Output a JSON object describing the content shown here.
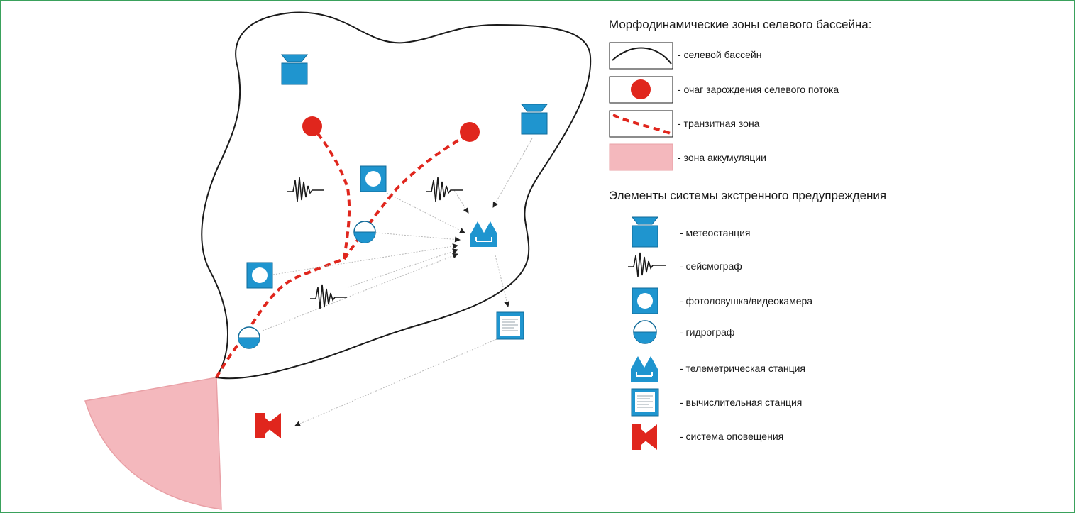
{
  "colors": {
    "frame": "#3aa15c",
    "basin_outline": "#1a1a1a",
    "origin_red": "#e0261d",
    "transit_red": "#e0261d",
    "accumulation_fill": "#f4b8bd",
    "accumulation_stroke": "#e9a0a6",
    "instrument_blue": "#1f95cf",
    "instrument_dark": "#0f6a99",
    "alarm_red": "#e0261d",
    "link_line": "#b8b8b8"
  },
  "legend": {
    "zones_title": "Морфодинамические зоны селевого бассейна:",
    "zones": [
      {
        "icon": "basin-outline-icon",
        "label": "- селевой бассейн"
      },
      {
        "icon": "origin-dot-icon",
        "label": "- очаг зарождения селевого потока"
      },
      {
        "icon": "transit-dashed-icon",
        "label": "- транзитная зона"
      },
      {
        "icon": "accumulation-zone-icon",
        "label": "- зона аккумуляции"
      }
    ],
    "elements_title": "Элементы системы экстренного предупреждения",
    "elements": [
      {
        "icon": "weather-station-icon",
        "label": "- метеостанция"
      },
      {
        "icon": "seismograph-icon",
        "label": "- сейсмограф"
      },
      {
        "icon": "camera-trap-icon",
        "label": "- фотоловушка/видеокамера"
      },
      {
        "icon": "hydrograph-icon",
        "label": "- гидрограф"
      },
      {
        "icon": "telemetry-station-icon",
        "label": "- телеметрическая станция"
      },
      {
        "icon": "computing-station-icon",
        "label": "- вычислительная станция"
      },
      {
        "icon": "warning-system-icon",
        "label": "- система оповещения"
      }
    ]
  }
}
